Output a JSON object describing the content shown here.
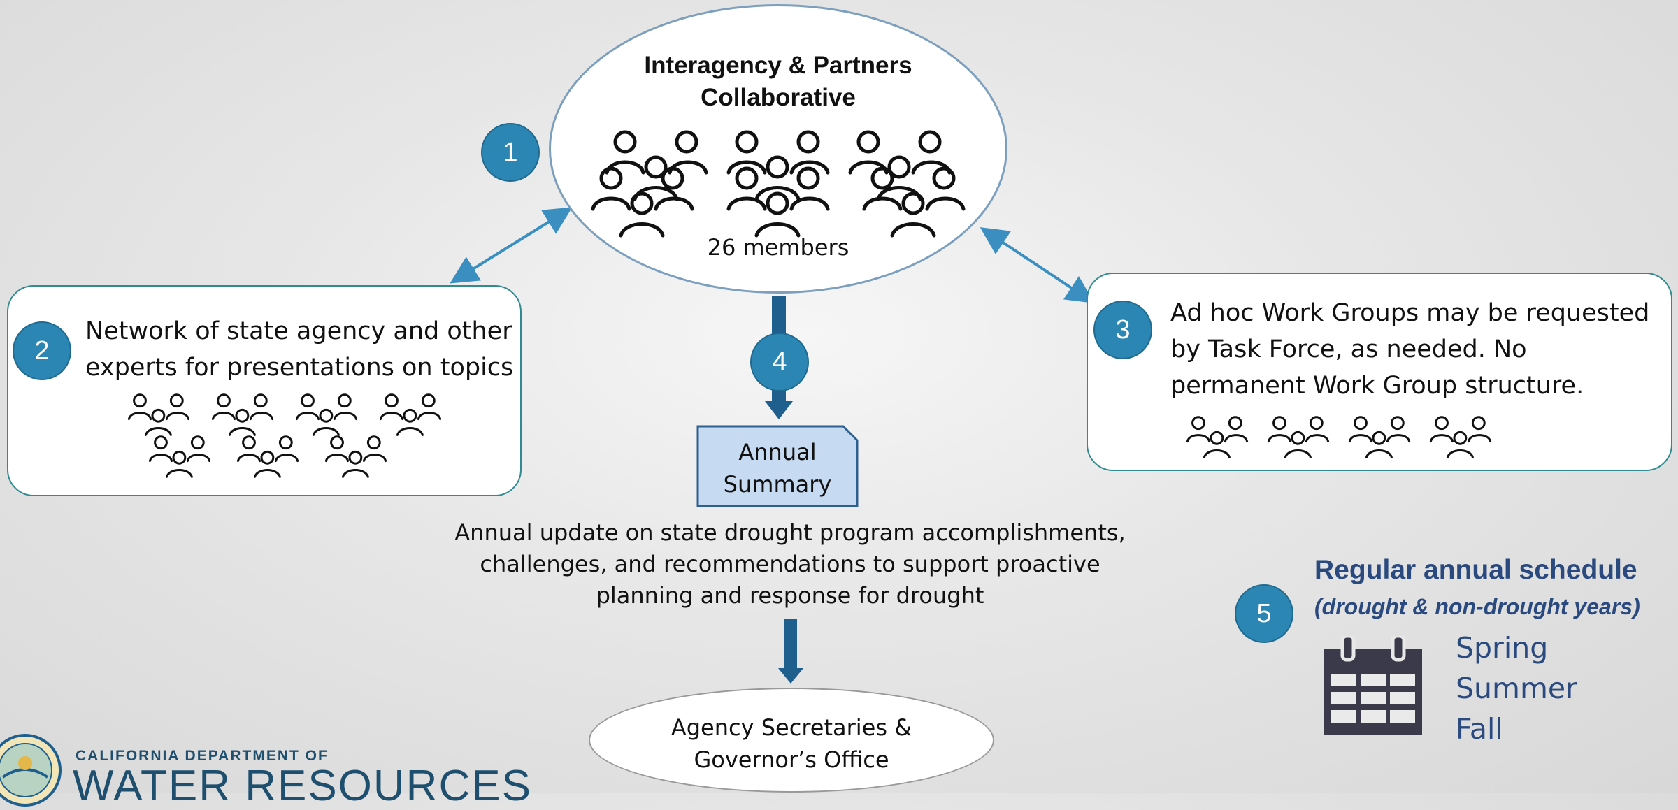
{
  "collaborative": {
    "title_line1": "Interagency & Partners",
    "title_line2": "Collaborative",
    "members": "26 members",
    "badge": "1"
  },
  "network": {
    "badge": "2",
    "line1": "Network of state agency and other",
    "line2": "experts for presentations on topics"
  },
  "workgroups": {
    "badge": "3",
    "line1": "Ad hoc Work Groups may be requested",
    "line2": "by Task Force, as needed. No",
    "line3": "permanent Work Group structure."
  },
  "summary": {
    "badge": "4",
    "doc_line1": "Annual",
    "doc_line2": "Summary",
    "desc_line1": "Annual update on state drought program accomplishments,",
    "desc_line2": "challenges, and recommendations to support proactive",
    "desc_line3": "planning and response for drought"
  },
  "recipient": {
    "line1": "Agency Secretaries &",
    "line2": "Governor’s Office"
  },
  "schedule": {
    "badge": "5",
    "title": "Regular annual schedule",
    "subtitle": "(drought & non-drought years)",
    "seasons": [
      "Spring",
      "Summer",
      "Fall"
    ]
  },
  "logo": {
    "line1": "CALIFORNIA DEPARTMENT OF",
    "line2": "WATER RESOURCES"
  },
  "colors": {
    "badge": "#2b86b3",
    "arrow": "#1e5f8e",
    "connector": "#3a8fc0",
    "box_border": "#2f8a92",
    "schedule_text": "#2a4a7f",
    "doc_fill": "#c6daf1"
  },
  "icons": [
    "people-group-icon",
    "calendar-icon",
    "dwr-seal-icon"
  ]
}
